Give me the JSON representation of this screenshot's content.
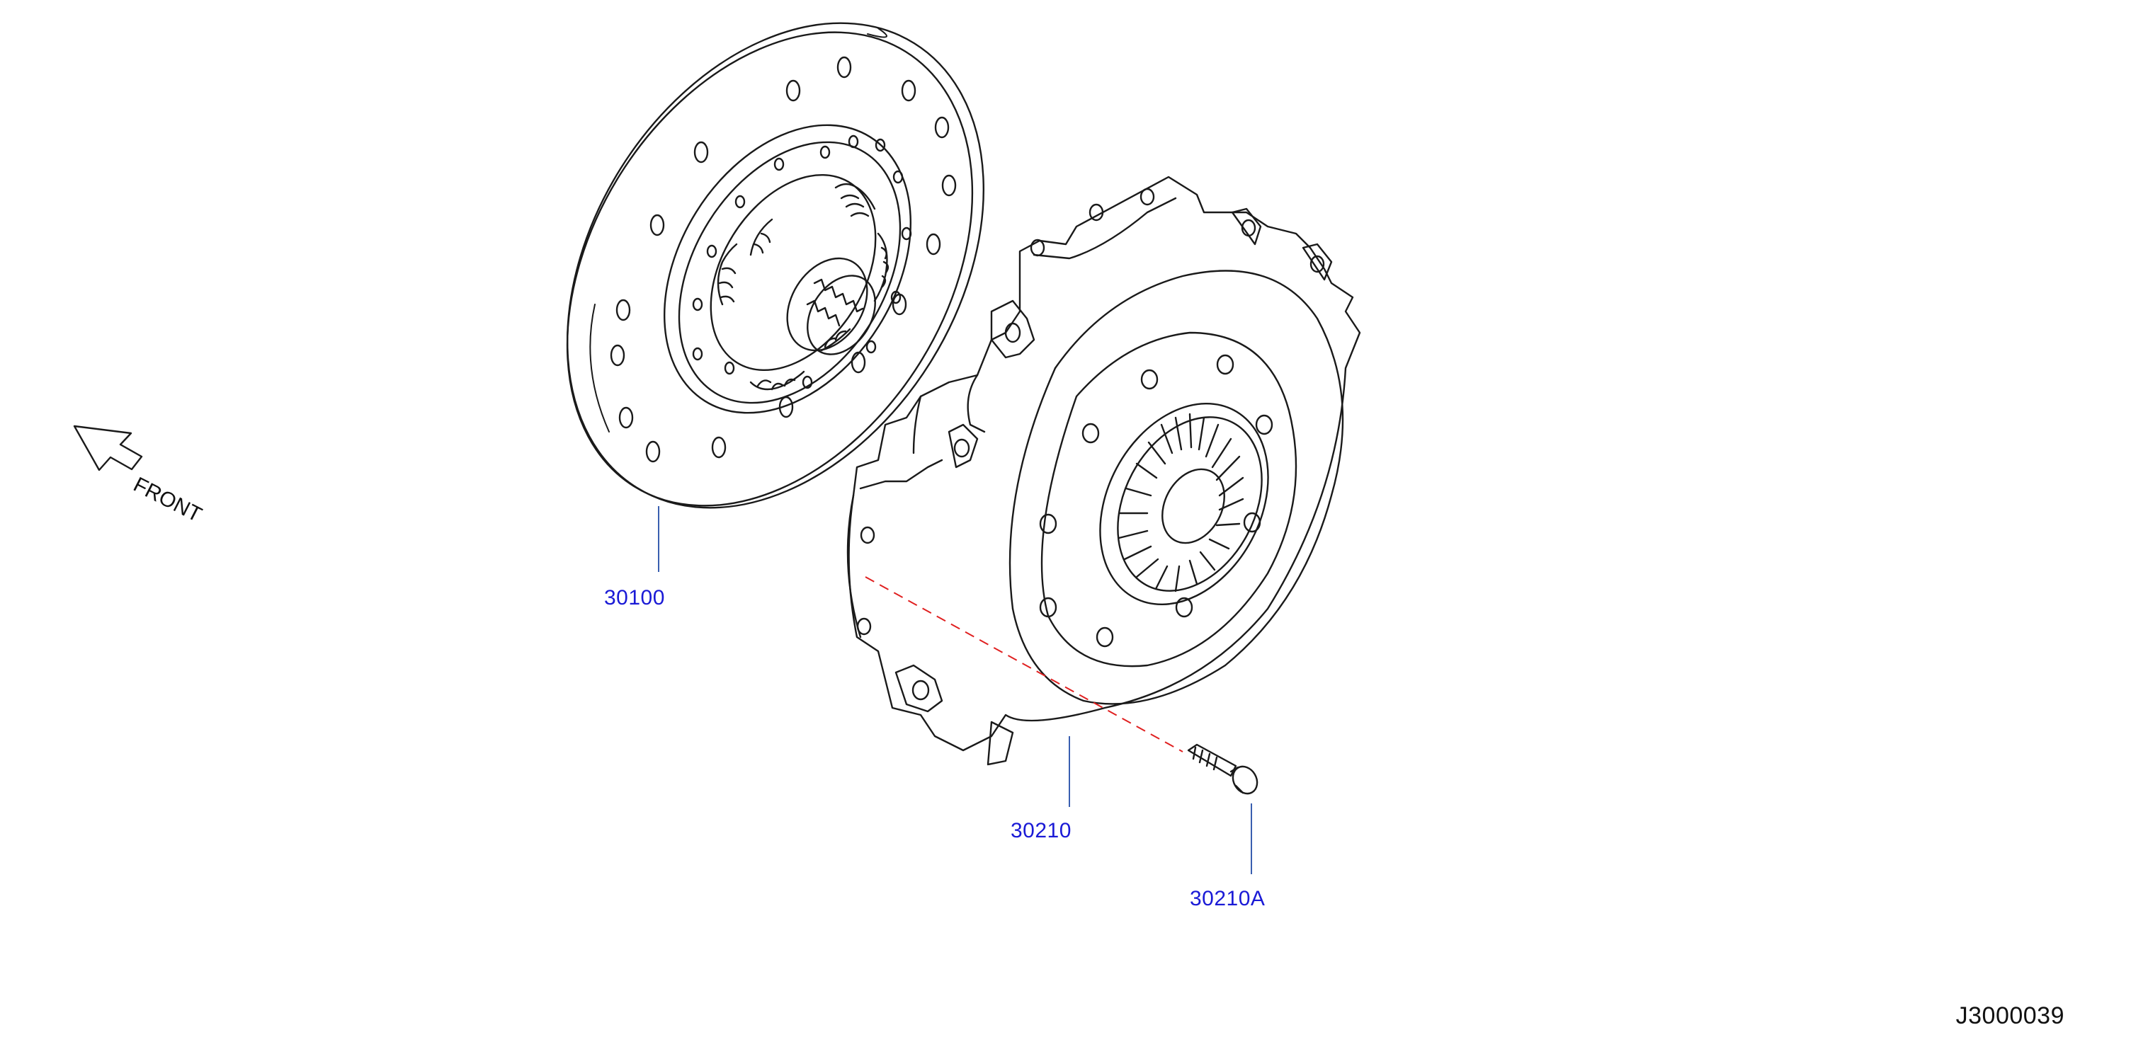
{
  "diagram": {
    "direction_label": "FRONT",
    "document_id": "J3000039",
    "callouts": [
      {
        "part": "30100"
      },
      {
        "part": "30210"
      },
      {
        "part": "30210A"
      }
    ]
  },
  "colors": {
    "line": "#1a1a1a",
    "callout_text": "#1a1ad6",
    "leader_line": "#3a5fb0",
    "dashed_guide": "#e02020"
  },
  "icons": [
    "front-arrow-icon",
    "clutch-disc-drawing",
    "clutch-cover-drawing",
    "bolt-drawing"
  ]
}
